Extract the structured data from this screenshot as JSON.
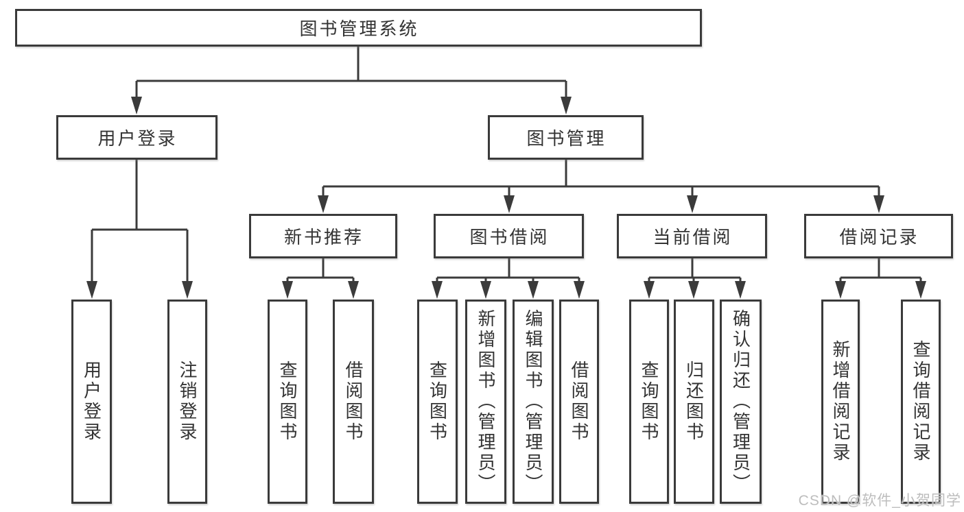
{
  "tree": {
    "label": "图书管理系统",
    "children": [
      {
        "label": "用户登录",
        "children": [
          {
            "label": "用户登录"
          },
          {
            "label": "注销登录"
          }
        ]
      },
      {
        "label": "图书管理",
        "children": [
          {
            "label": "新书推荐",
            "children": [
              {
                "label": "查询图书"
              },
              {
                "label": "借阅图书"
              }
            ]
          },
          {
            "label": "图书借阅",
            "children": [
              {
                "label": "查询图书"
              },
              {
                "label": "新增图书（管理员）"
              },
              {
                "label": "编辑图书（管理员）"
              },
              {
                "label": "借阅图书"
              }
            ]
          },
          {
            "label": "当前借阅",
            "children": [
              {
                "label": "查询图书"
              },
              {
                "label": "归还图书"
              },
              {
                "label": "确认归还（管理员）"
              }
            ]
          },
          {
            "label": "借阅记录",
            "children": [
              {
                "label": "新增借阅记录"
              },
              {
                "label": "查询借阅记录"
              }
            ]
          }
        ]
      }
    ]
  },
  "watermark": "CSDN @软件_小贺同学",
  "colors": {
    "line": "#3b3b3b",
    "text": "#333333",
    "box_fill": "#ffffff",
    "background": "#ffffff",
    "watermark": "#bdbdbd"
  }
}
